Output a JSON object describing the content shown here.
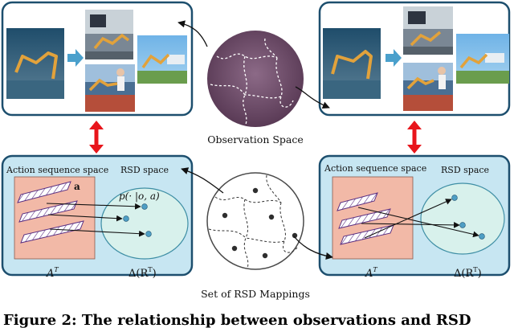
{
  "labels": {
    "observation_space": "Observation Space",
    "set_of_mappings": "Set of RSD Mappings",
    "action_seq_space_left": "Action sequence space",
    "rsd_space_left": "RSD space",
    "action_seq_space_right": "Action sequence space",
    "rsd_space_right": "RSD space",
    "action_symbol": "a",
    "prob_expr": "p(· |o, a)",
    "A_base": "A",
    "A_sup": "T",
    "delta_base": "Δ(R",
    "delta_sup": "T",
    "delta_close": ")",
    "caption": "Figure 2: The relationship between observations and RSD"
  },
  "colors": {
    "panel_fill": "#c7e6f2",
    "panel_stroke": "#1d4f6e",
    "action_box": "#f2b9a7",
    "rsd_ellipse": "#d8f1ec",
    "rsd_ellipse_stroke": "#3f8fa5",
    "point": "#4e9ec4",
    "double_arrow": "#e8151b",
    "obs_circle": "#6f4a6d",
    "seg_stroke": "#5b2f82",
    "step_arrow": "#4aa0cc"
  }
}
